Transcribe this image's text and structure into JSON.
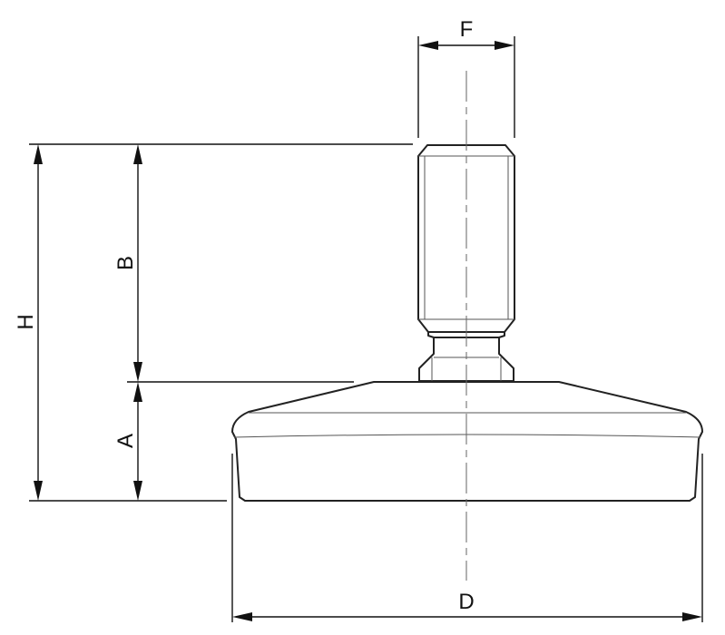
{
  "labels": {
    "F": "F",
    "B": "B",
    "H": "H",
    "A": "A",
    "D": "D"
  },
  "colors": {
    "stroke": "#222222",
    "background": "#ffffff"
  }
}
